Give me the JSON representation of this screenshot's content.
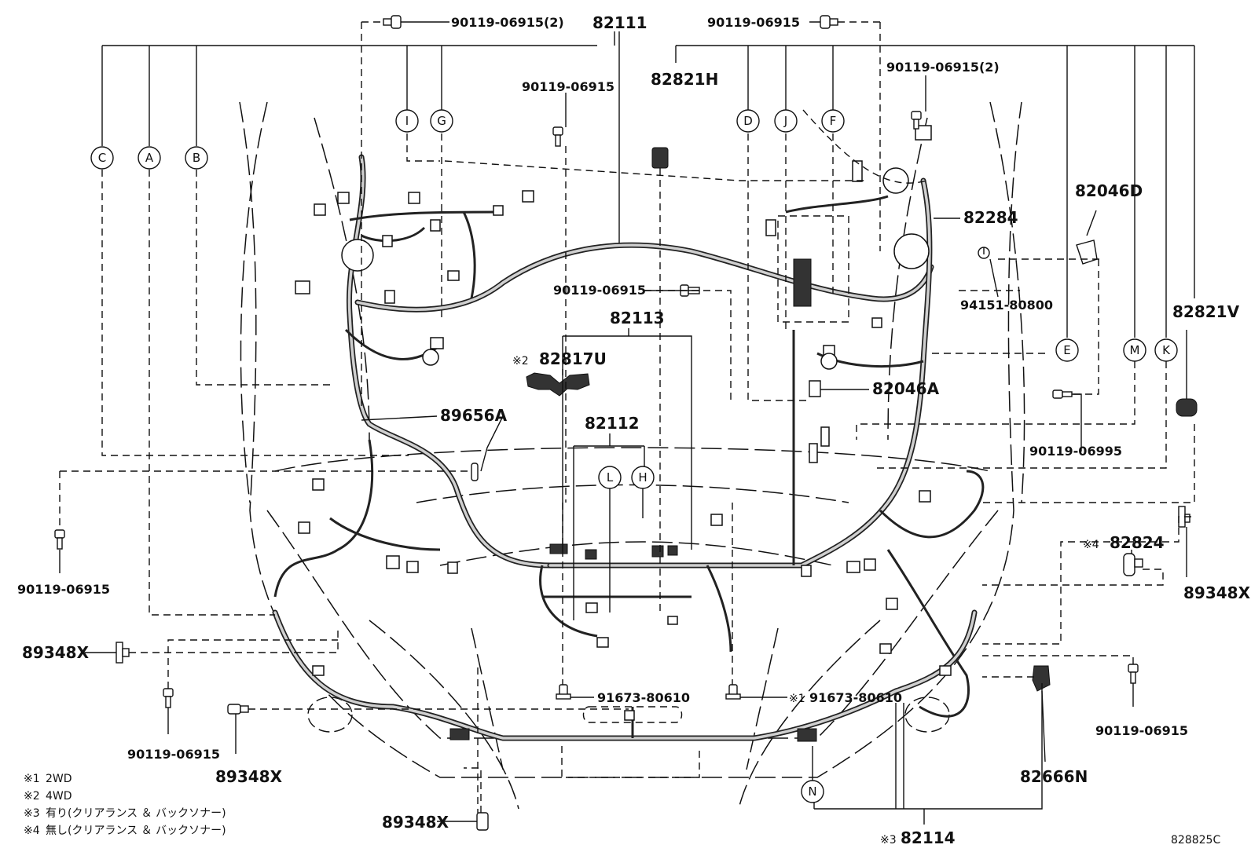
{
  "diagram_id": "828825C",
  "part_numbers": {
    "p82111": "82111",
    "p82113": "82113",
    "p82112": "82112",
    "p82114": "82114",
    "p82114_mark": "※3",
    "p82821H": "82821H",
    "p82284": "82284",
    "p82046D": "82046D",
    "p82821V": "82821V",
    "p82046A": "82046A",
    "p82817U": "82817U",
    "p82817U_mark": "※2",
    "p89656A": "89656A",
    "p82824": "82824",
    "p82824_mark": "※4",
    "p82666N": "82666N",
    "p94151": "94151-80800",
    "bolt_top_left": "90119-06915(2)",
    "bolt_top_right": "90119-06915",
    "bolt_upper_mid": "90119-06915",
    "bolt_center": "90119-06915",
    "bolt_right_2": "90119-06915(2)",
    "bolt_left": "90119-06915",
    "bolt_bottom_left": "90119-06915",
    "bolt_bottom_right": "90119-06915",
    "bolt_right_06995": "90119-06995",
    "clip_center_left": "91673-80610",
    "clip_center_right": "91673-80610",
    "clip_center_right_mark": "※1",
    "grommet_left": "89348X",
    "grommet_bottom_left": "89348X",
    "grommet_bottom": "89348X",
    "grommet_right": "89348X"
  },
  "callouts": {
    "C": "C",
    "A": "A",
    "B": "B",
    "I": "I",
    "G": "G",
    "D": "D",
    "J": "J",
    "F": "F",
    "E": "E",
    "M": "M",
    "K": "K",
    "L": "L",
    "H": "H",
    "N": "N"
  },
  "notes": [
    {
      "mark": "※1",
      "text": "2WD"
    },
    {
      "mark": "※2",
      "text": "4WD"
    },
    {
      "mark": "※3",
      "text": "有り(クリアランス ＆ バックソナー)"
    },
    {
      "mark": "※4",
      "text": "無し(クリアランス ＆ バックソナー)"
    }
  ]
}
